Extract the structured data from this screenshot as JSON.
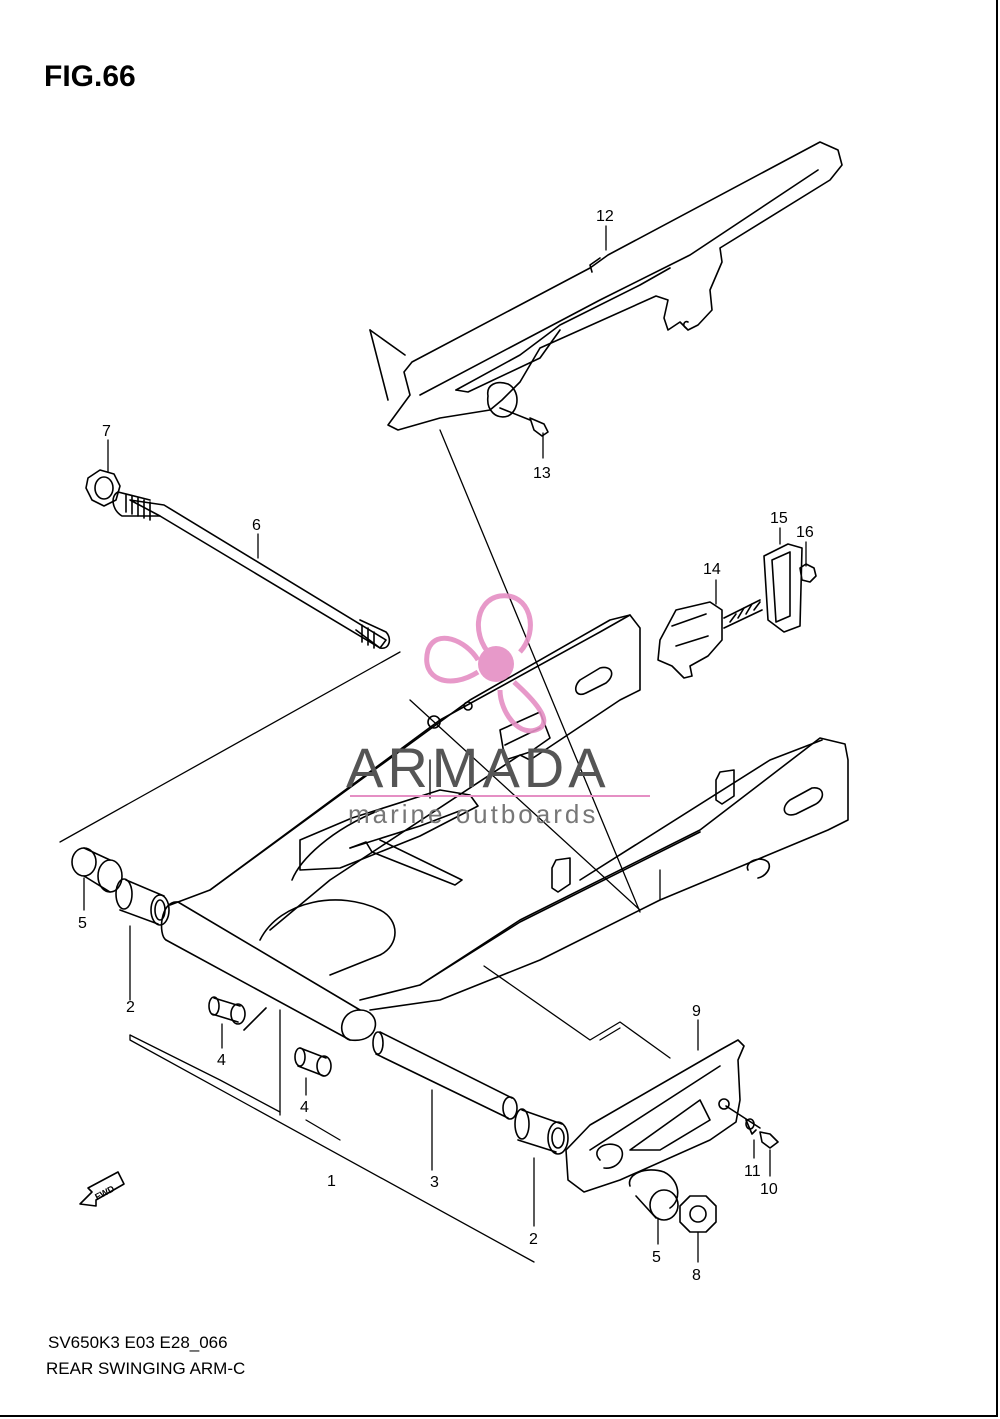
{
  "figure": {
    "title": "FIG.66",
    "code": "SV650K3 E03 E28_066",
    "caption": "REAR SWINGING ARM-C"
  },
  "watermark": {
    "brand": "ARMADA",
    "tagline": "marine outboards",
    "accent_color": "#e58fc4"
  },
  "fwd_label": "FWD",
  "callouts": [
    "1",
    "2",
    "2",
    "3",
    "4",
    "4",
    "5",
    "5",
    "6",
    "7",
    "8",
    "9",
    "10",
    "11",
    "12",
    "13",
    "14",
    "15",
    "16"
  ]
}
